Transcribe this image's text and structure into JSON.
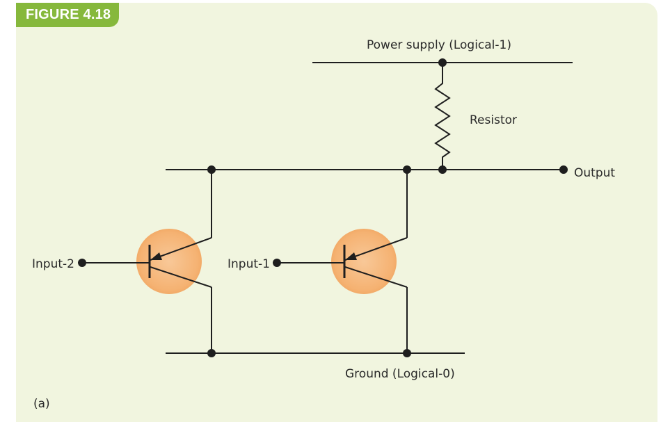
{
  "figure": {
    "label": "FIGURE 4.18",
    "subfigure": "(a)"
  },
  "labels": {
    "power_supply": "Power supply (Logical-1)",
    "resistor": "Resistor",
    "output": "Output",
    "input_2": "Input-2",
    "input_1": "Input-1",
    "ground": "Ground (Logical-0)"
  },
  "colors": {
    "background": "#f1f5df",
    "tab": "#86b83c",
    "transistor_fill": "#f6b879",
    "wire": "#1e1e1e"
  }
}
